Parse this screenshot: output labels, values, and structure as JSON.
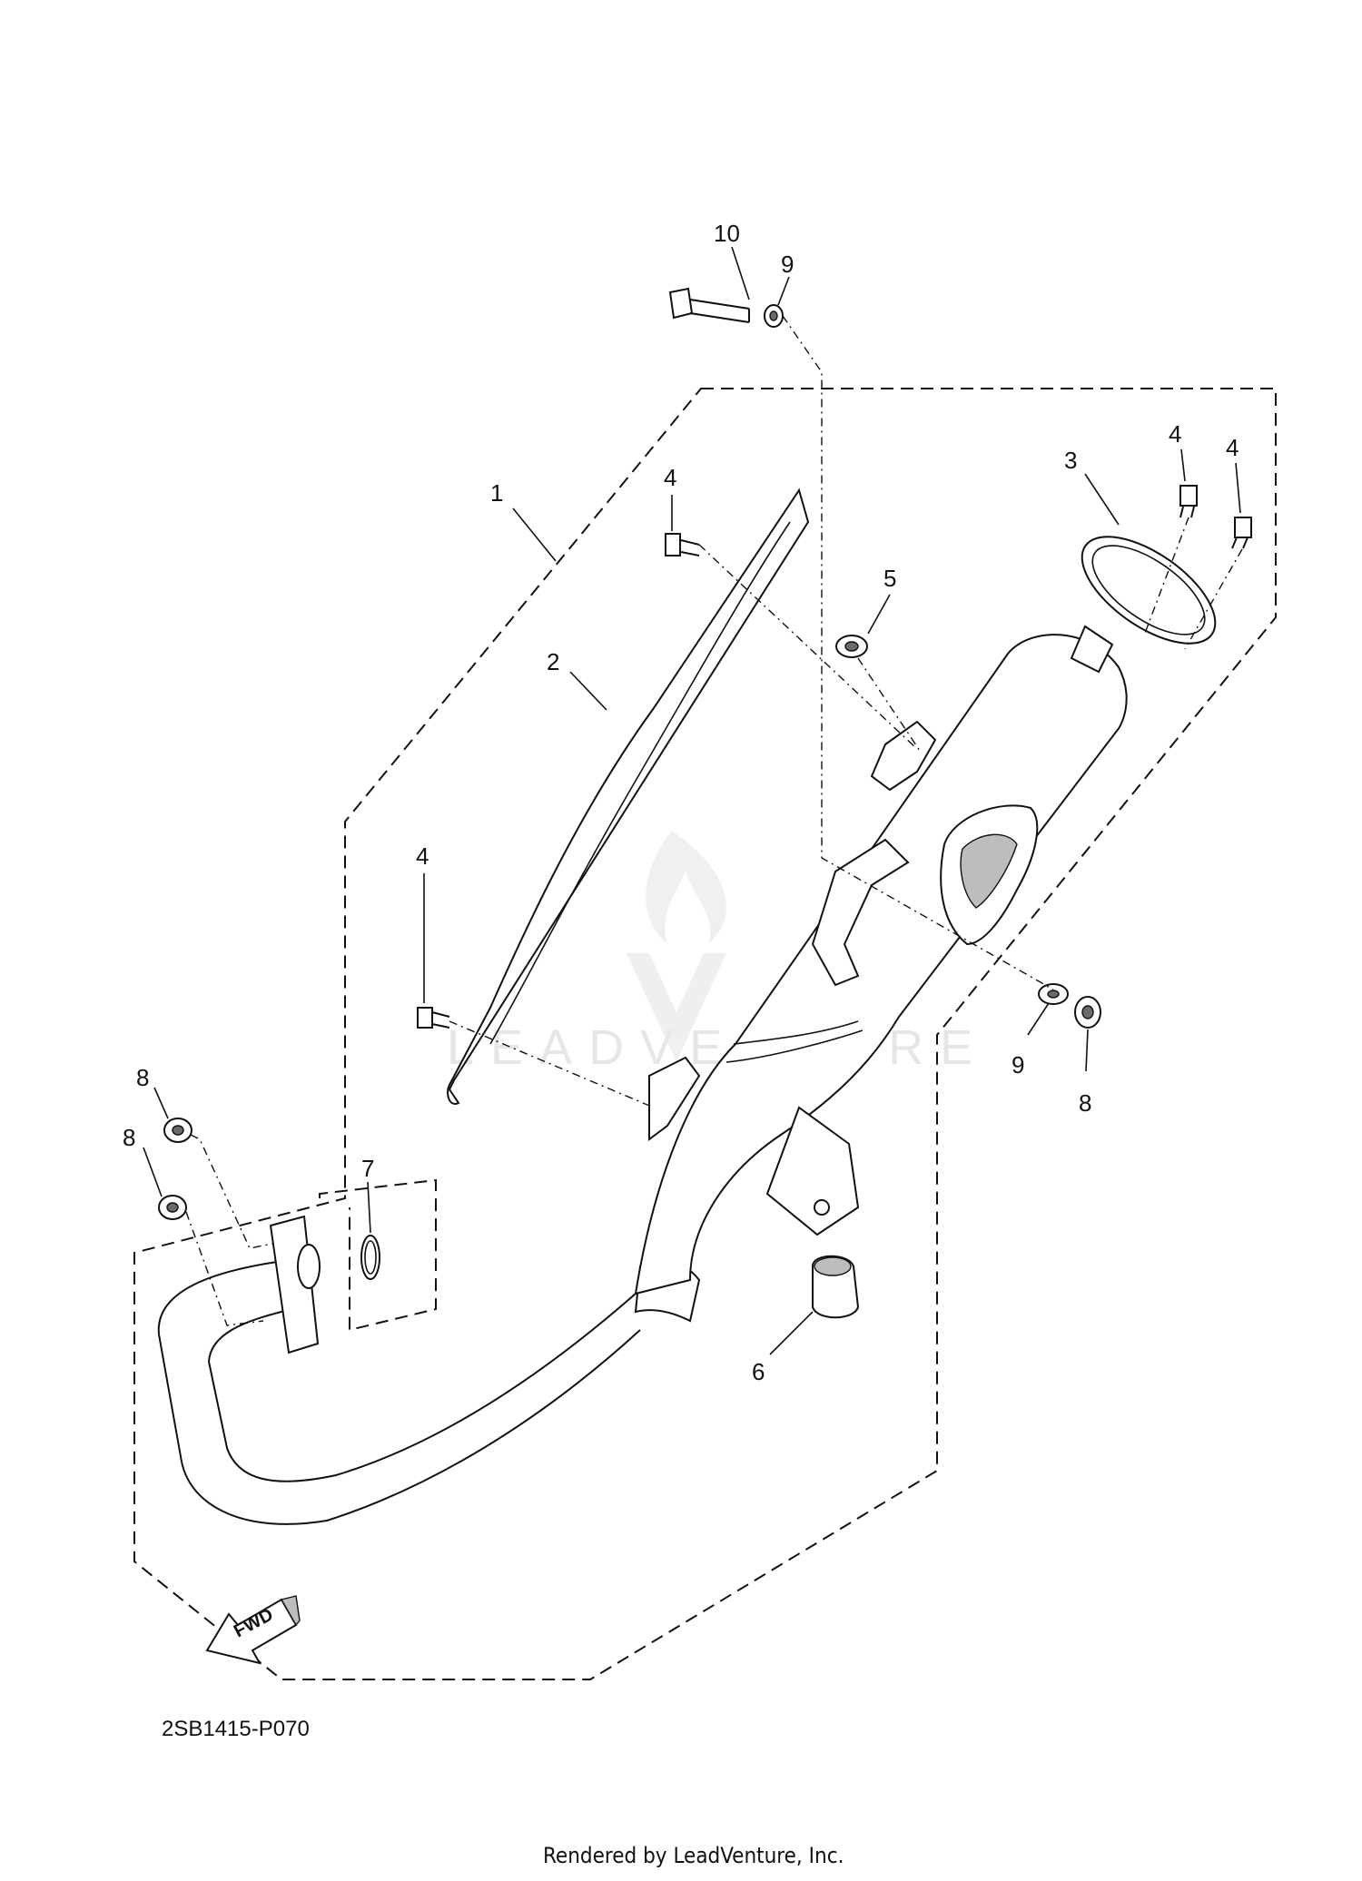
{
  "diagram": {
    "code": "2SB1415-P070",
    "render_credit": "Rendered by LeadVenture, Inc.",
    "watermark": "LEADVENTURE",
    "fwd_label": "FWD"
  },
  "callouts": [
    {
      "id": "c10",
      "text": "10"
    },
    {
      "id": "c9a",
      "text": "9"
    },
    {
      "id": "c1",
      "text": "1"
    },
    {
      "id": "c4a",
      "text": "4"
    },
    {
      "id": "c3",
      "text": "3"
    },
    {
      "id": "c4b",
      "text": "4"
    },
    {
      "id": "c4c",
      "text": "4"
    },
    {
      "id": "c5",
      "text": "5"
    },
    {
      "id": "c2",
      "text": "2"
    },
    {
      "id": "c4d",
      "text": "4"
    },
    {
      "id": "c9b",
      "text": "9"
    },
    {
      "id": "c8a",
      "text": "8"
    },
    {
      "id": "c8b",
      "text": "8"
    },
    {
      "id": "c8c",
      "text": "8"
    },
    {
      "id": "c7",
      "text": "7"
    },
    {
      "id": "c6",
      "text": "6"
    }
  ]
}
